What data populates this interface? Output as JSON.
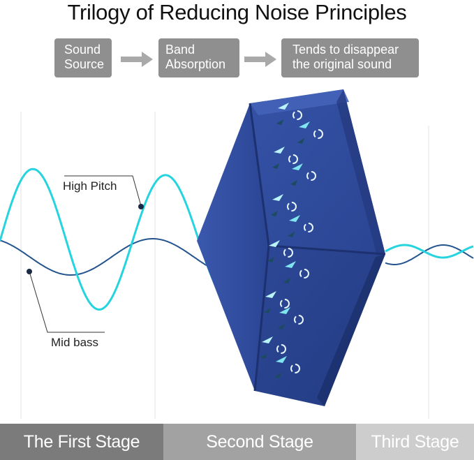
{
  "title": "Trilogy of Reducing Noise Principles",
  "flow": {
    "boxes": [
      {
        "lines": [
          "Sound",
          "Source"
        ]
      },
      {
        "lines": [
          "Band",
          "Absorption"
        ]
      },
      {
        "lines": [
          "Tends to disappear",
          "the original sound"
        ]
      }
    ],
    "arrow_icon": "right-arrow-icon"
  },
  "labels": {
    "high": "High Pitch",
    "mid": "Mid bass"
  },
  "stages": [
    "The First Stage",
    "Second Stage",
    "Third Stage"
  ],
  "colors": {
    "high_wave": "#25d4de",
    "mid_wave": "#24548e",
    "panel": "#2f4a9c",
    "box": "#8f8f8f"
  }
}
